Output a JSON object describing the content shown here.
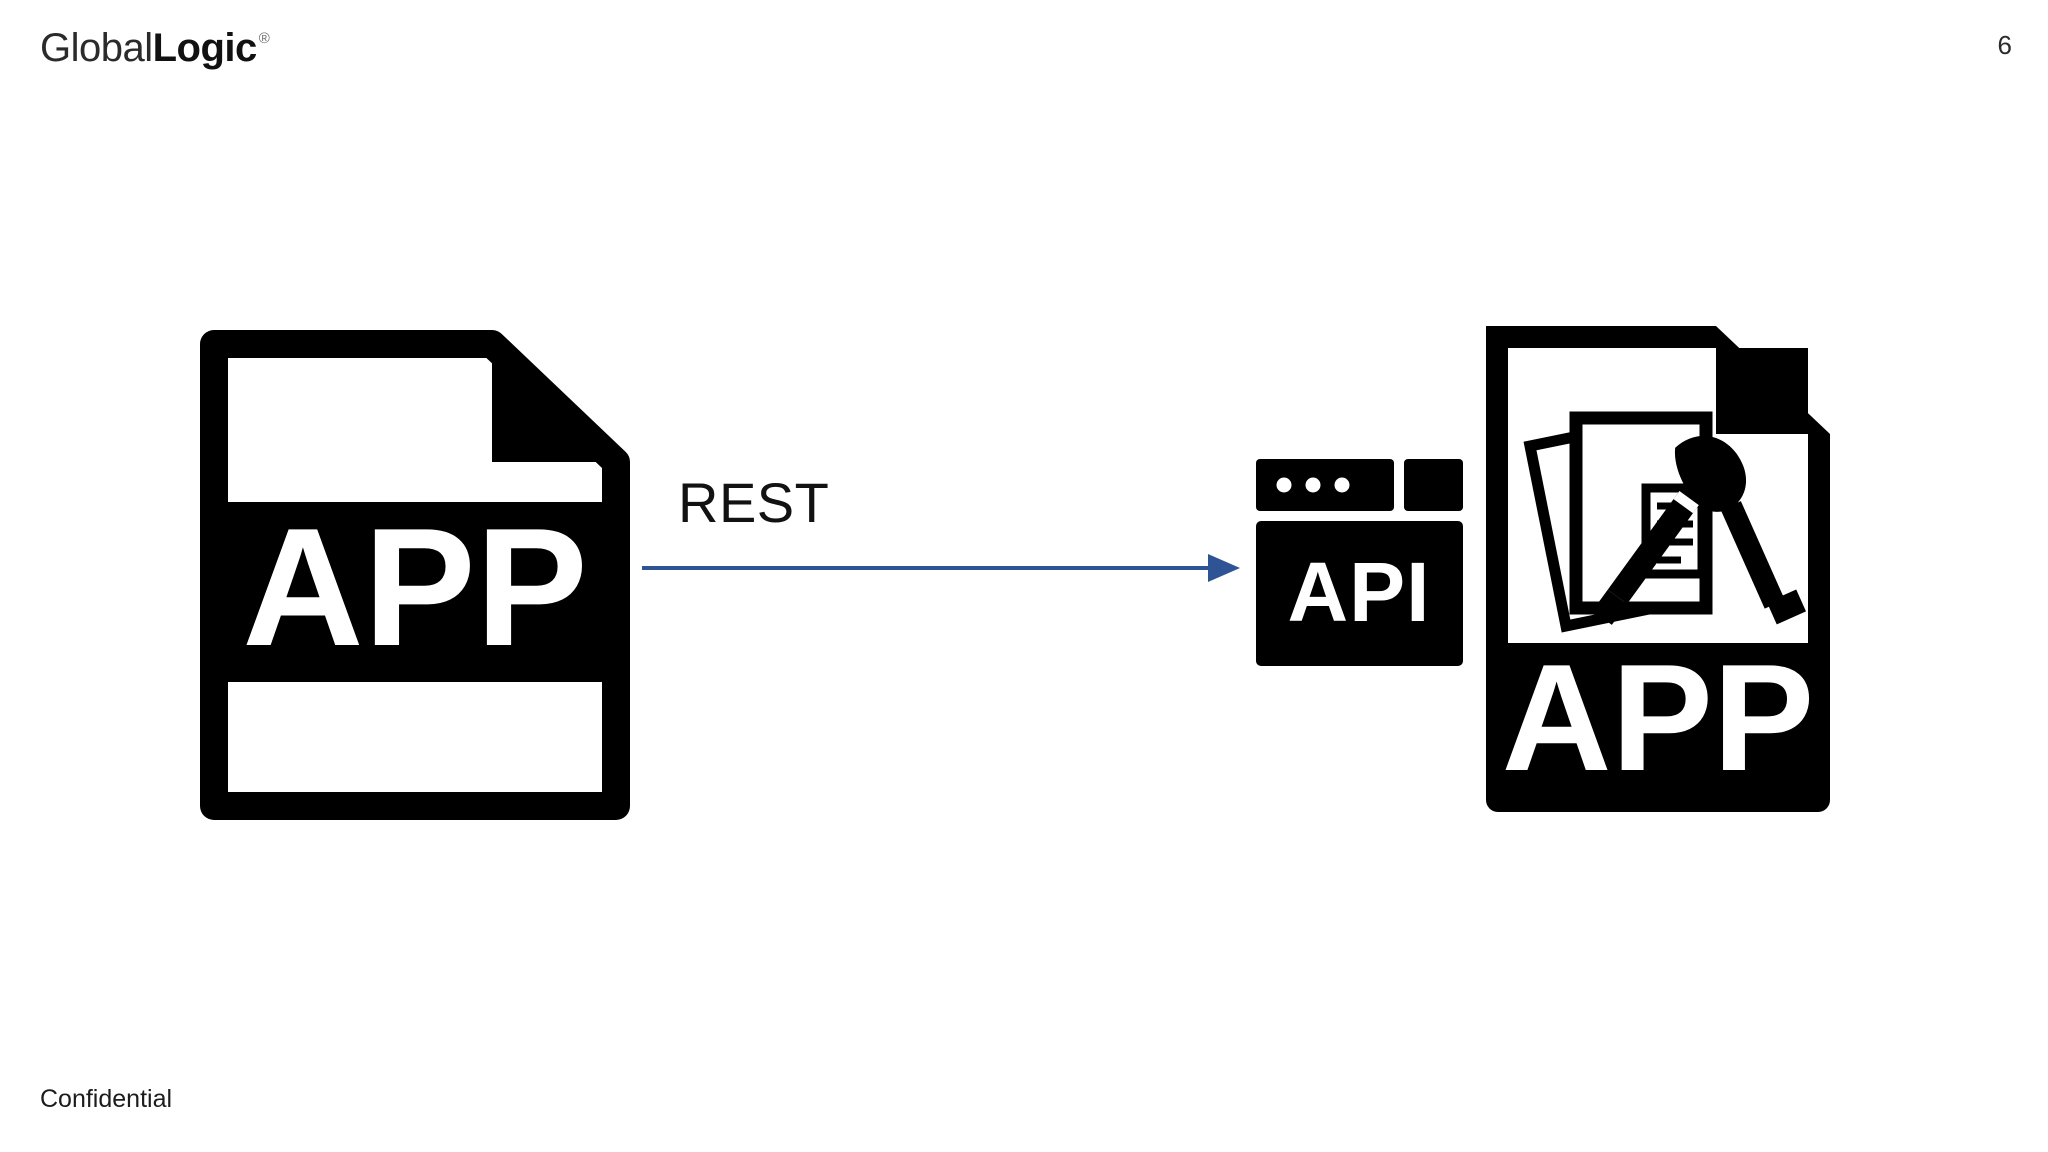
{
  "slide": {
    "page_number": "6",
    "footer": "Confidential",
    "background_color": "#ffffff"
  },
  "brand": {
    "name_light": "Global",
    "name_bold": "Logic",
    "trademark": "®",
    "color": "#1c1c1c"
  },
  "diagram": {
    "type": "architecture-flow",
    "accent_color": "#2e5496",
    "icon_color": "#000000",
    "nodes": [
      {
        "id": "app-client",
        "label": "APP",
        "icon": "app-file-icon",
        "description": "Application file icon with APP band"
      },
      {
        "id": "api",
        "label": "API",
        "icon": "api-window-icon",
        "description": "Browser window icon labeled API"
      },
      {
        "id": "app-server",
        "label": "APP",
        "icon": "app-file-documents-icon",
        "description": "Application file icon with documents, pencil and paintbrush"
      }
    ],
    "connector": {
      "label": "REST",
      "from": "app-client",
      "to": "api",
      "direction": "right",
      "color": "#2e5496"
    }
  }
}
